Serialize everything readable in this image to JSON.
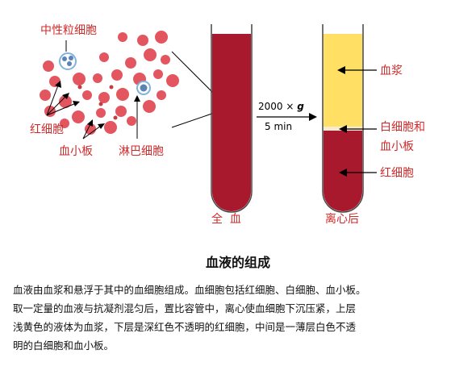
{
  "labels": {
    "neutrophil": "中性粒细胞",
    "rbc_left": "红细胞",
    "platelet": "血小板",
    "lymphocyte": "淋巴细胞",
    "whole_blood": "全  血",
    "centrifuged": "离心后",
    "plasma": "血浆",
    "buffy_coat_line1": "白细胞和",
    "buffy_coat_line2": "血小板",
    "rbc_right": "红细胞",
    "speed_num": "2000 × ",
    "speed_g": "g",
    "time": "5 min"
  },
  "title": "血液的组成",
  "description": [
    "血液由血浆和悬浮于其中的血细胞组成。血细胞包括红细胞、白细胞、血小板。",
    "取一定量的血液与抗凝剂混匀后，置比容管中，离心使血细胞下沉压紧，上层",
    "浅黄色的液体为血浆，下层是深红色不透明的红细胞，中间是一薄层白色不透",
    "明的白细胞和血小板。"
  ],
  "colors": {
    "blood": "#a8192e",
    "plasma": "#ffe065",
    "buffy": "#f6ead0",
    "label_red": "#d12a2a",
    "cell_red": "#e0444f",
    "wbc_blue": "#7fb3e0"
  }
}
